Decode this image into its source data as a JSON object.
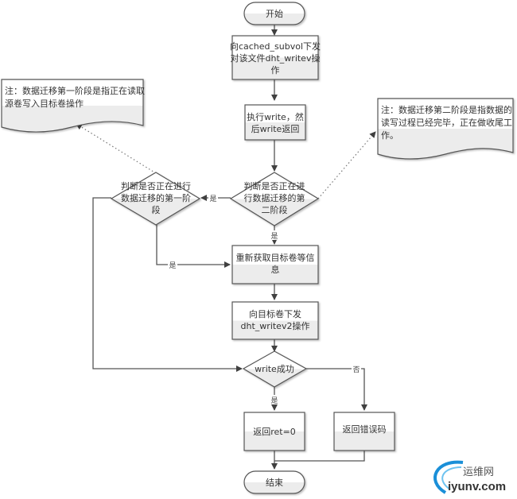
{
  "nodes": {
    "start": {
      "label": "开始"
    },
    "send_cached": {
      "lines": [
        "向cached_subvol下发",
        "对该文件dht_writev操",
        "作"
      ]
    },
    "exec_write": {
      "lines": [
        "执行write，然",
        "后write返回"
      ]
    },
    "check_phase2": {
      "lines": [
        "判断是否正在进",
        "行数据迁移的第",
        "二阶段"
      ]
    },
    "check_phase1": {
      "lines": [
        "判断是否正在进行",
        "数据迁移的第一阶",
        "段"
      ]
    },
    "refetch": {
      "lines": [
        "重新获取目标卷等信",
        "息"
      ]
    },
    "send_target": {
      "lines": [
        "向目标卷下发",
        "dht_writev2操作"
      ]
    },
    "write_ok": {
      "label": "write成功"
    },
    "ret_zero": {
      "label": "返回ret=0"
    },
    "ret_err": {
      "label": "返回错误码"
    },
    "end": {
      "label": "结束"
    }
  },
  "notes": {
    "phase1": {
      "lines": [
        "注：数据迁移第一阶段是指正在读取",
        "源卷写入目标卷操作"
      ]
    },
    "phase2": {
      "lines": [
        "注：数据迁移第二阶段是指数据的",
        "读写过程已经完毕，正在做收尾工",
        "作。"
      ]
    }
  },
  "edge_labels": {
    "phase2_to_phase1": "是",
    "phase2_to_refetch": "是",
    "phase1_to_refetch": "是",
    "write_ok_yes": "是",
    "write_ok_no": "否"
  },
  "watermark": {
    "cn": "运维网",
    "en": "iyunv.com"
  },
  "colors": {
    "stroke": "#555555",
    "fill_top": "#ffffff",
    "fill_bottom": "#ebebeb",
    "arrow": "#404040",
    "logo": "#1a8fd8"
  }
}
